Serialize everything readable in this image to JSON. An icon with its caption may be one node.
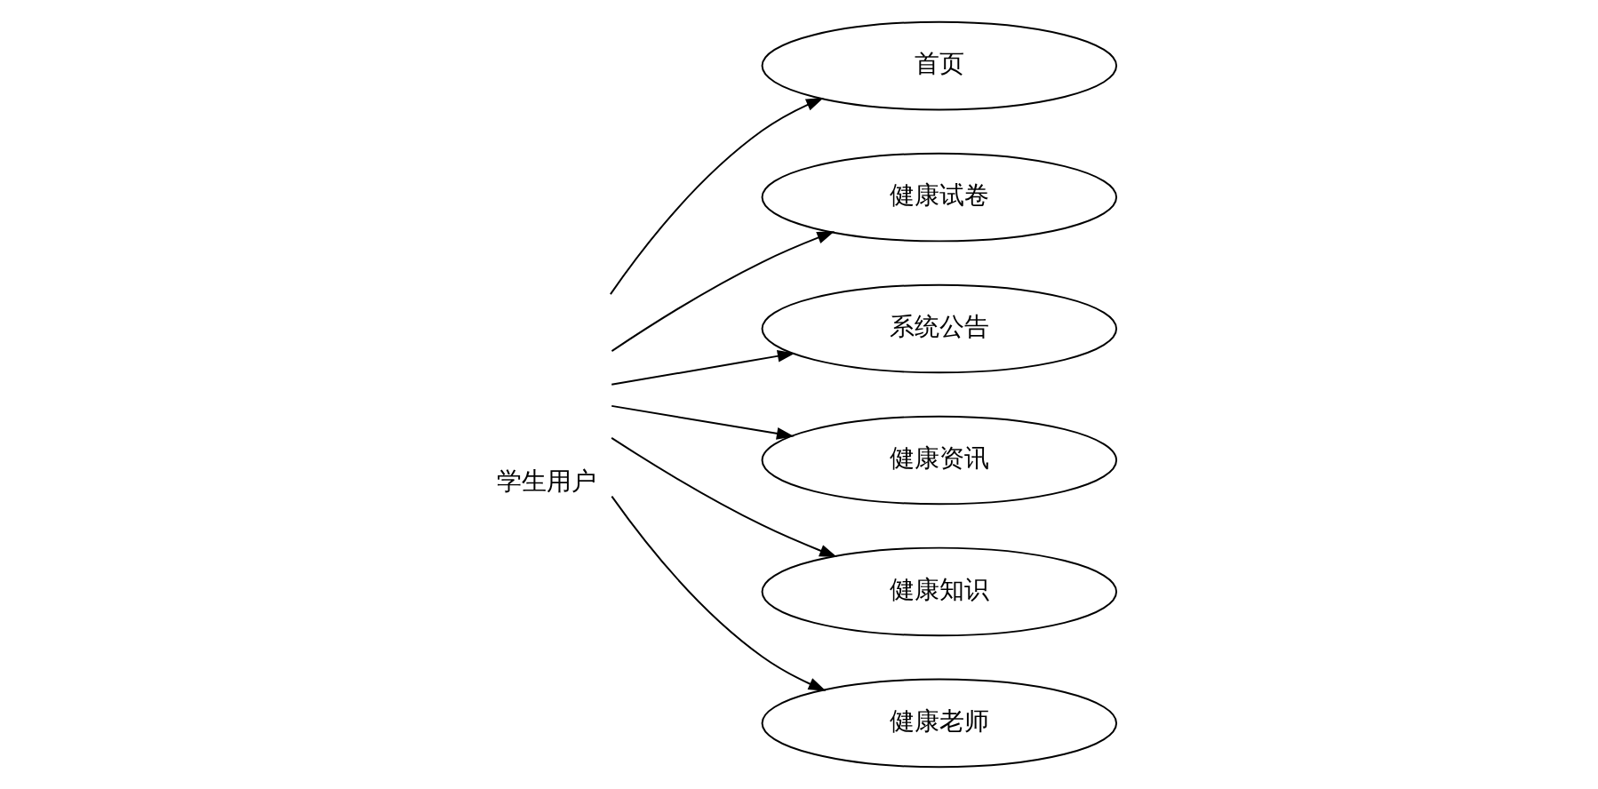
{
  "diagram": {
    "nodes": [
      {
        "text": [
          "学生用户"
        ]
      },
      {
        "text": [
          "首页"
        ]
      },
      {
        "text": [
          "健康试卷"
        ]
      },
      {
        "text": [
          "系统公告"
        ]
      },
      {
        "text": [
          "健康资讯"
        ]
      },
      {
        "text": [
          "健康知识"
        ]
      },
      {
        "text": [
          "健康老师"
        ]
      }
    ],
    "edges": [
      {
        "from": 0,
        "to": 1,
        "arrow": "to"
      },
      {
        "from": 0,
        "to": 2,
        "arrow": "to"
      },
      {
        "from": 0,
        "to": 3,
        "arrow": "to"
      },
      {
        "from": 0,
        "to": 4,
        "arrow": "to"
      },
      {
        "from": 0,
        "to": 5,
        "arrow": "to"
      },
      {
        "from": 0,
        "to": 6,
        "arrow": "to"
      }
    ]
  }
}
